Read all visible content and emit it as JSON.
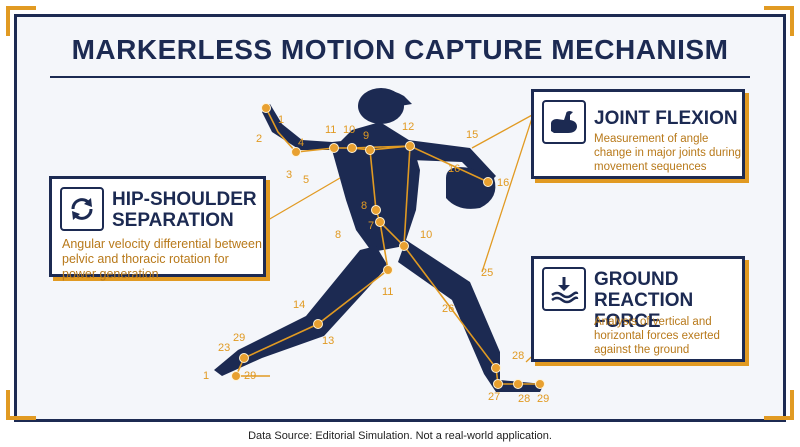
{
  "title": "MARKERLESS MOTION CAPTURE MECHANISM",
  "footer": "Data Source: Editorial Simulation. Not a real-world application.",
  "colors": {
    "navy": "#1c2a52",
    "accent": "#e19a22",
    "background": "#f4f6fa"
  },
  "callouts": {
    "hip": {
      "icon": "rotation-arrows-icon",
      "title": "HIP-SHOULDER SEPARATION",
      "description": "Angular velocity differential between pelvic and thoracic rotation for power generation"
    },
    "flexion": {
      "icon": "flexed-arm-icon",
      "title": "JOINT FLEXION",
      "description": "Measurement of angle change in major joints during movement sequences"
    },
    "ground": {
      "icon": "ground-force-icon",
      "title": "GROUND REACTION FORCE",
      "description": "Analysis of vertical and horizontal forces exerted against the ground"
    }
  },
  "markers": {
    "m1": "1",
    "m2": "2",
    "m3": "3",
    "m4": "4",
    "m5": "5",
    "m11a": "11",
    "m10a": "10",
    "m9": "9",
    "m12": "12",
    "m15": "15",
    "m16a": "16",
    "m16b": "16",
    "m8a": "8",
    "m7": "7",
    "m8b": "8",
    "m10b": "10",
    "m11b": "11",
    "m25": "25",
    "m26": "26",
    "m14": "14",
    "m13": "13",
    "m29a": "29",
    "m23": "23",
    "m1b": "1",
    "m29b": "29",
    "m28a": "28",
    "m27": "27",
    "m28b": "28",
    "m29c": "29"
  }
}
